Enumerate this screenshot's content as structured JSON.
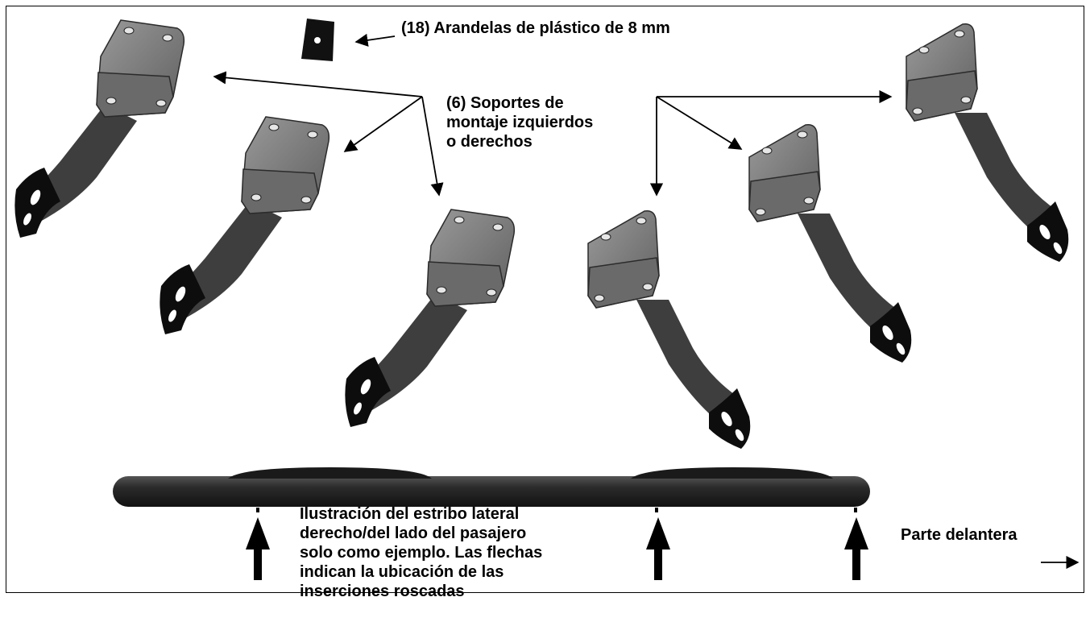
{
  "labels": {
    "washers": "(18) Arandelas de plástico de 8 mm",
    "brackets": "(6) Soportes de\nmontaje izquierdos\no derechos",
    "front": "Parte delantera",
    "illustration": "Ilustración del estribo lateral\nderecho/del lado del pasajero\nsolo como ejemplo. Las flechas\nindican la ubicación de las\ninserciones roscadas"
  },
  "colors": {
    "bracket_plate": "#7d7d7d",
    "bracket_plate_dark": "#5e5e5e",
    "bracket_arm": "#3f3f3f",
    "foot": "#0d0d0d",
    "bar": "#2a2a2a",
    "washer": "#111111"
  },
  "icons": [
    "washer-icon",
    "bracket-icon",
    "step-bar-icon",
    "arrow-icon"
  ]
}
